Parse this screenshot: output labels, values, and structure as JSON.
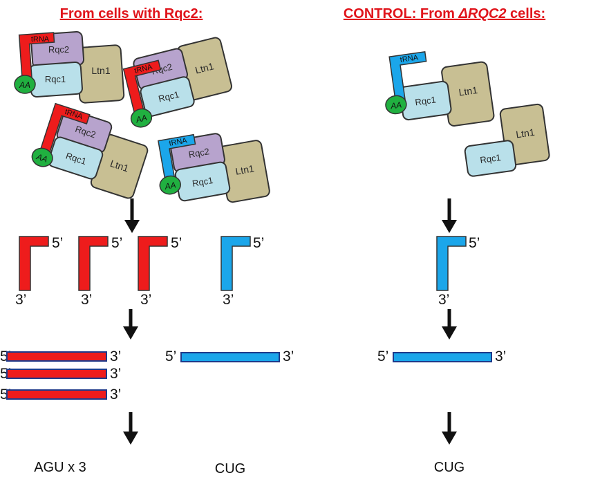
{
  "headings": {
    "left": "From cells with Rqc2:",
    "right_prefix": "CONTROL: From ",
    "right_gene": "ΔRQC2",
    "right_suffix": " cells:"
  },
  "labels": {
    "trna": "tRNA",
    "rqc1": "Rqc1",
    "rqc2": "Rqc2",
    "ltn1": "Ltn1",
    "aa": "AA",
    "five_prime": "5’",
    "three_prime": "3’"
  },
  "outputs": {
    "left_red": "AGU x 3",
    "left_blue": "CUG",
    "right": "CUG"
  },
  "colors": {
    "red_trna": "#ee1c1c",
    "blue_trna": "#1ba6ea",
    "rqc1": "#b9e0ea",
    "rqc2": "#b7a3cd",
    "ltn1": "#c8bf93",
    "aa": "#20b040",
    "heading": "#e0141b"
  }
}
